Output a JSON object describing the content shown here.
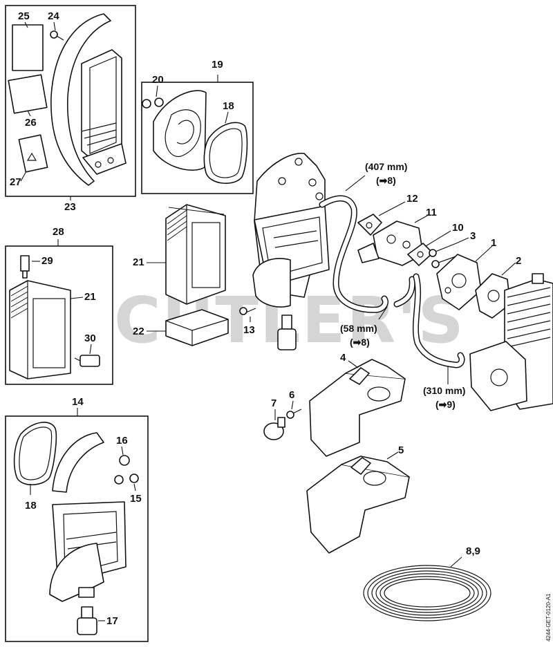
{
  "watermark": "CUTLER'S",
  "document_id": "4244-GET-0120-A1",
  "hose_notes": {
    "upper_length": "(407 mm)",
    "upper_ref": "(➡8)",
    "middle_length": "(58 mm)",
    "middle_ref": "(➡8)",
    "lower_length": "(310 mm)",
    "lower_ref": "(➡9)"
  },
  "parts": {
    "p1": "1",
    "p2": "2",
    "p3": "3",
    "p4": "4",
    "p5": "5",
    "p6": "6",
    "p7": "7",
    "p89": "8,9",
    "p10": "10",
    "p11": "11",
    "p12": "12",
    "p13": "13",
    "p14": "14",
    "p15": "15",
    "p16": "16",
    "p17": "17",
    "p18a": "18",
    "p18b": "18",
    "p19": "19",
    "p20": "20",
    "p21a": "21",
    "p21b": "21",
    "p22": "22",
    "p23": "23",
    "p24": "24",
    "p25": "25",
    "p26": "26",
    "p27": "27",
    "p28": "28",
    "p29": "29",
    "p30": "30"
  }
}
